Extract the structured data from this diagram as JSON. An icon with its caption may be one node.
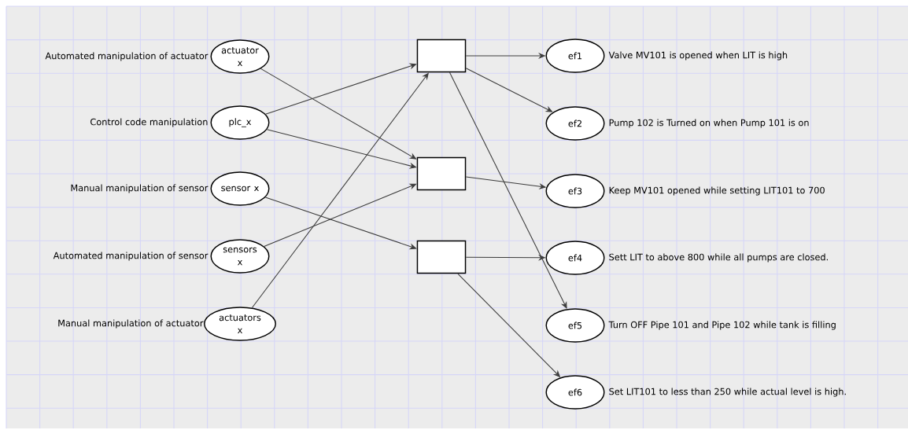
{
  "diagram": {
    "nodes": [
      {
        "text": [
          "actuator x"
        ],
        "beside": [
          "Automated manipulation of actuator"
        ]
      },
      {
        "text": [
          "plc_x"
        ],
        "beside": [
          "Control code manipulation"
        ]
      },
      {
        "text": [
          "sensor x"
        ],
        "beside": [
          "Manual manipulation of sensor"
        ]
      },
      {
        "text": [
          "sensors x"
        ],
        "beside": [
          "Automated manipulation of sensor"
        ]
      },
      {
        "text": [
          "actuators x"
        ],
        "beside": [
          "Manual manipulation of actuator"
        ]
      },
      {
        "text": [],
        "shape": "box"
      },
      {
        "text": [],
        "shape": "box"
      },
      {
        "text": [],
        "shape": "box"
      },
      {
        "text": [
          "ef1"
        ],
        "beside": [
          "Valve MV101 is opened when LIT is high"
        ]
      },
      {
        "text": [
          "ef2"
        ],
        "beside": [
          "Pump 102 is Turned on when Pump 101 is on"
        ]
      },
      {
        "text": [
          "ef3"
        ],
        "beside": [
          "Keep MV101 opened while setting LIT101 to 700"
        ]
      },
      {
        "text": [
          "ef4"
        ],
        "beside": [
          "Sett LIT to above 800 while all pumps are closed."
        ]
      },
      {
        "text": [
          "ef5"
        ],
        "beside": [
          "Turn OFF Pipe 101 and Pipe 102 while tank is filling"
        ]
      },
      {
        "text": [
          "ef6"
        ],
        "beside": [
          "Set LIT101 to less than 250 while actual level is high."
        ]
      }
    ],
    "edges": [
      {
        "from": 0,
        "to": 6,
        "arrow": "to"
      },
      {
        "from": 1,
        "to": 5,
        "arrow": "to"
      },
      {
        "from": 1,
        "to": 6,
        "arrow": "to"
      },
      {
        "from": 2,
        "to": 7,
        "arrow": "to"
      },
      {
        "from": 3,
        "to": 6,
        "arrow": "to"
      },
      {
        "from": 4,
        "to": 5,
        "arrow": "to"
      },
      {
        "from": 5,
        "to": 8,
        "arrow": "to"
      },
      {
        "from": 5,
        "to": 9,
        "arrow": "to"
      },
      {
        "from": 5,
        "to": 12,
        "arrow": "to"
      },
      {
        "from": 6,
        "to": 10,
        "arrow": "to"
      },
      {
        "from": 7,
        "to": 11,
        "arrow": "to"
      },
      {
        "from": 7,
        "to": 13,
        "arrow": "to"
      }
    ]
  }
}
